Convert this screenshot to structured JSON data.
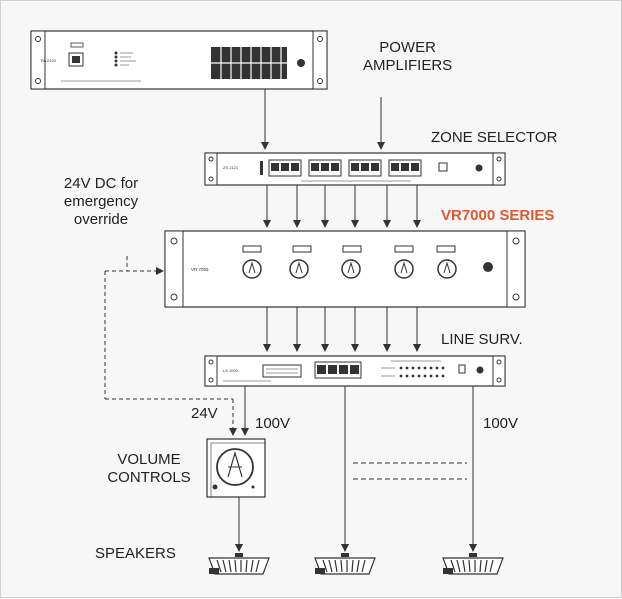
{
  "labels": {
    "power_amplifiers_line1": "POWER",
    "power_amplifiers_line2": "AMPLIFIERS",
    "zone_selector": "ZONE SELECTOR",
    "dc_note_line1": "24V DC for",
    "dc_note_line2": "emergency",
    "dc_note_line3": "override",
    "series_title": "VR7000 SERIES",
    "line_surv": "LINE SURV.",
    "v24": "24V",
    "v100_left": "100V",
    "v100_right": "100V",
    "volume_controls_line1": "VOLUME",
    "volume_controls_line2": "CONTROLS",
    "speakers": "SPEAKERS"
  },
  "device_text": {
    "amplifier_model": "PA 2120",
    "zone_selector_model": "ZS 2121",
    "matrix_model": "VR 7055",
    "line_surv_model": "LS 1000"
  },
  "colors": {
    "accent": "#e4572e",
    "line": "#333333",
    "background": "#f7f7f7"
  }
}
